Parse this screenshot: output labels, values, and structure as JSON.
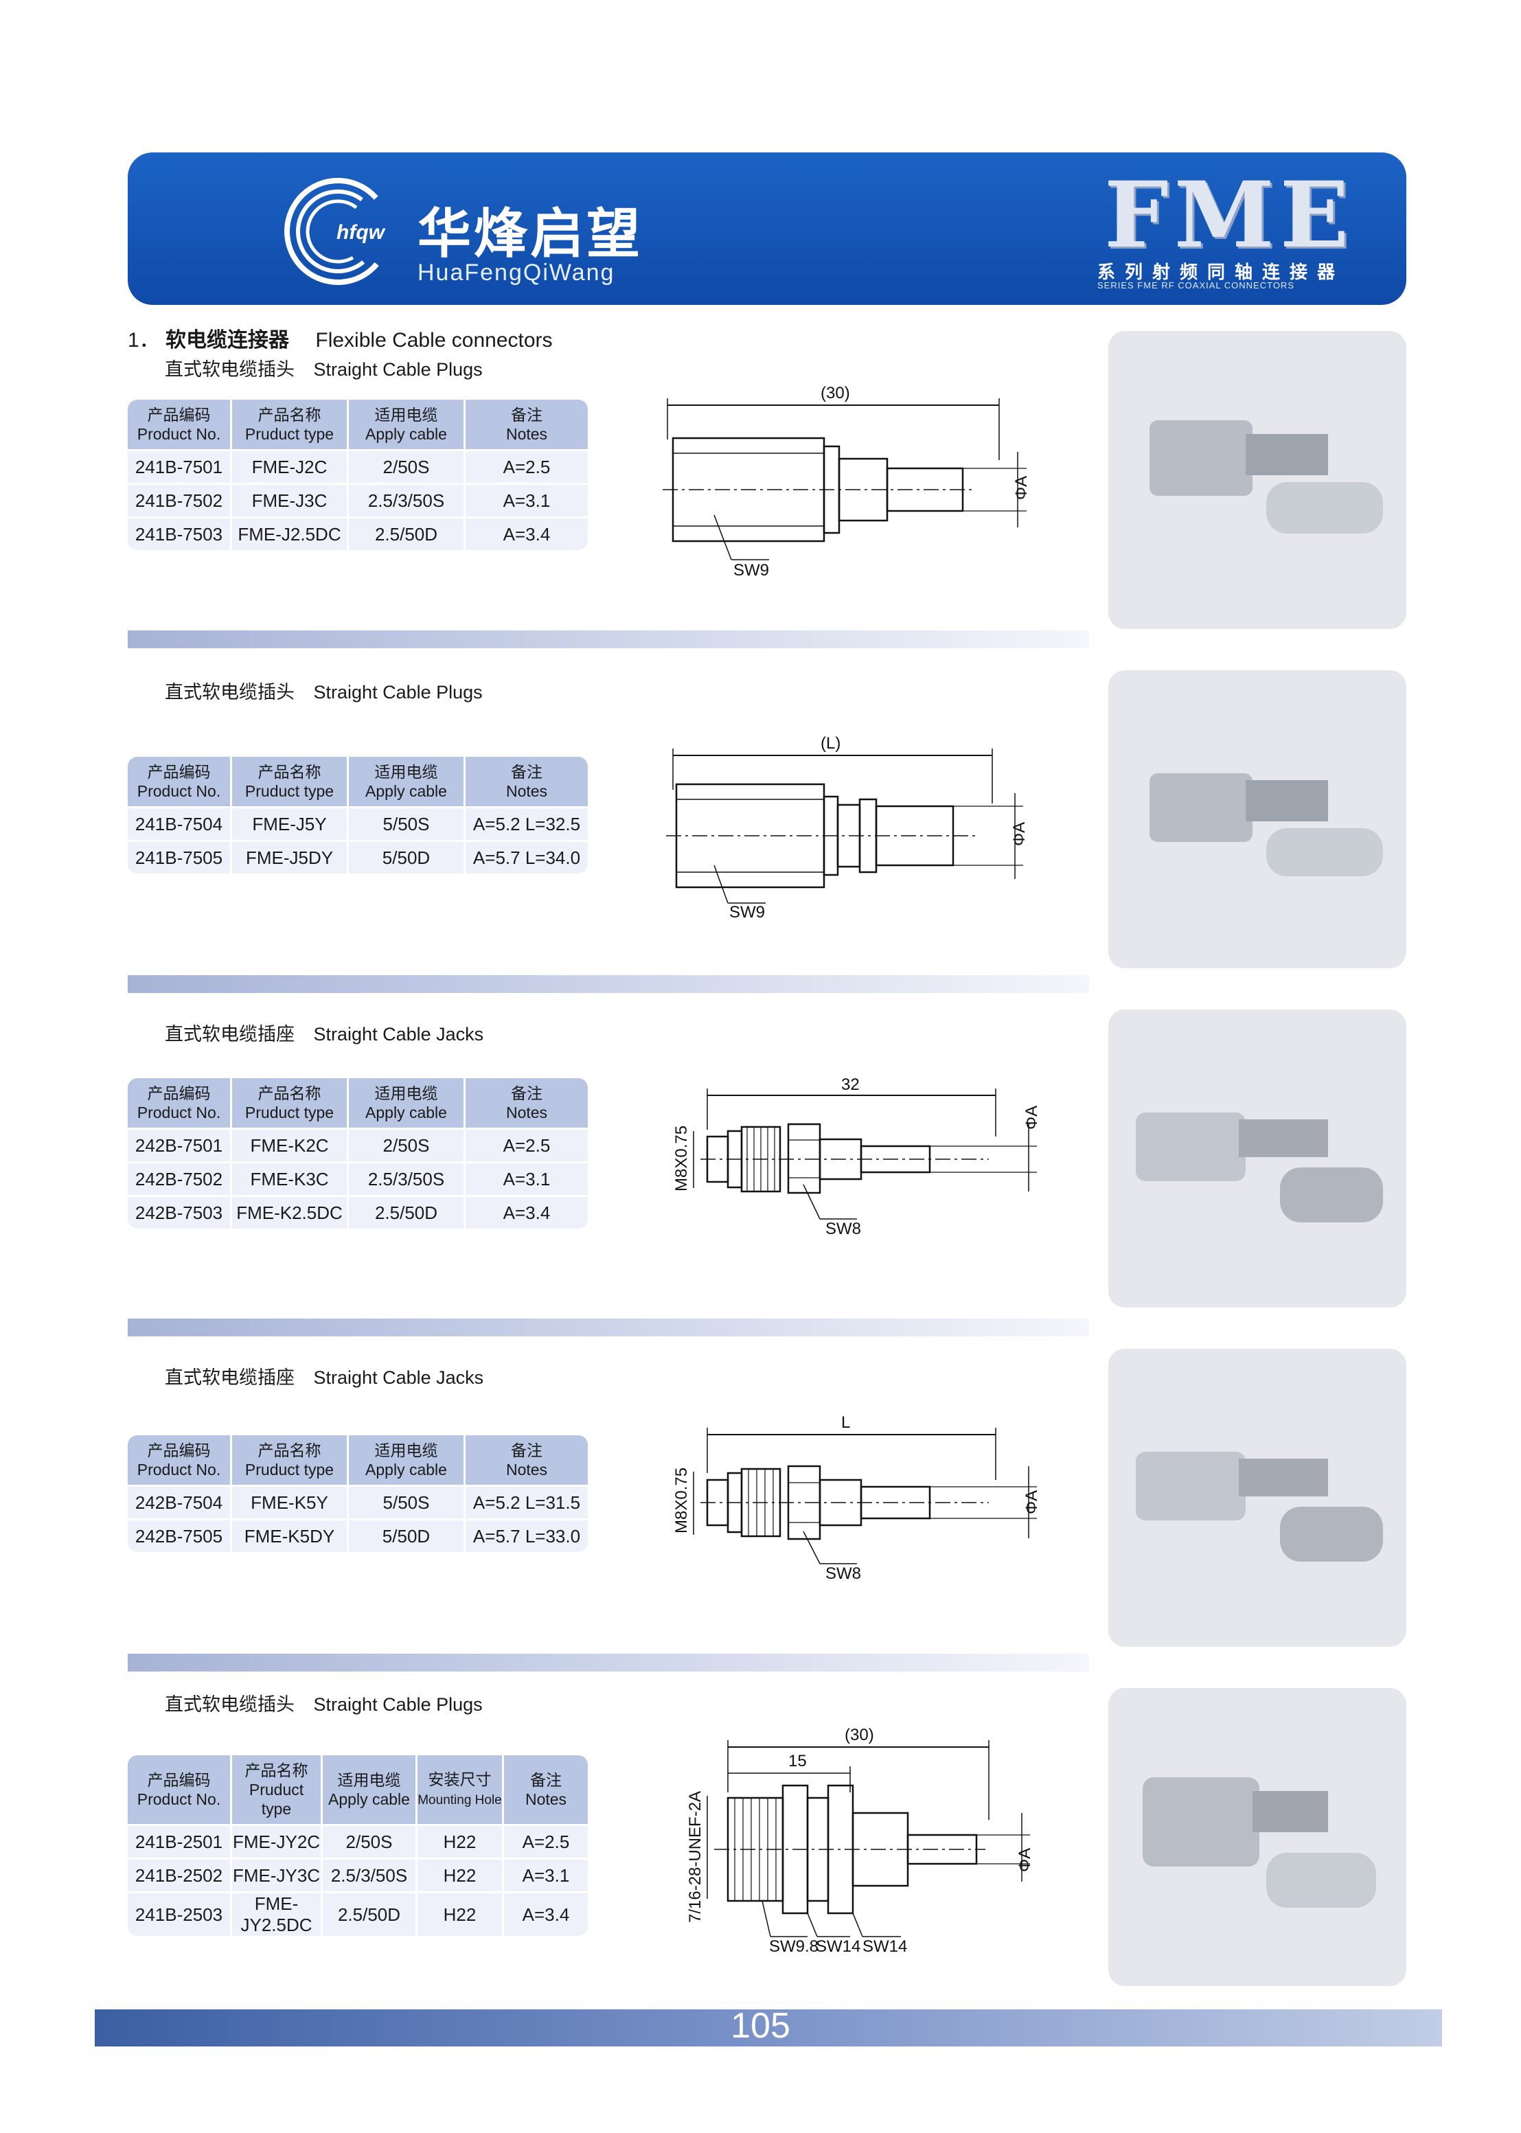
{
  "header": {
    "brand_cn": "华烽启望",
    "brand_en": "HuaFengQiWang",
    "logo_text": "hfqw",
    "series_title": "FME",
    "series_cn": "系列射频同轴连接器",
    "series_en": "SERIES FME RF COAXIAL CONNECTORS"
  },
  "section": {
    "number": "1．",
    "title_cn": "软电缆连接器",
    "title_en": "Flexible Cable connectors"
  },
  "columns4": {
    "code_cn": "产品编码",
    "code_en": "Product No.",
    "type_cn": "产品名称",
    "type_en": "Pruduct type",
    "cable_cn": "适用电缆",
    "cable_en": "Apply cable",
    "notes_cn": "备注",
    "notes_en": "Notes",
    "hole_cn": "安装尺寸",
    "hole_en": "Mounting Hole"
  },
  "groups": [
    {
      "subtitle_cn": "直式软电缆插头",
      "subtitle_en": "Straight Cable Plugs",
      "rows": [
        [
          "241B-7501",
          "FME-J2C",
          "2/50S",
          "A=2.5"
        ],
        [
          "241B-7502",
          "FME-J3C",
          "2.5/3/50S",
          "A=3.1"
        ],
        [
          "241B-7503",
          "FME-J2.5DC",
          "2.5/50D",
          "A=3.4"
        ]
      ],
      "drawing": {
        "length": "(30)",
        "sw": "SW9",
        "dia": "ΦA"
      }
    },
    {
      "subtitle_cn": "直式软电缆插头",
      "subtitle_en": "Straight Cable Plugs",
      "rows": [
        [
          "241B-7504",
          "FME-J5Y",
          "5/50S",
          "A=5.2 L=32.5"
        ],
        [
          "241B-7505",
          "FME-J5DY",
          "5/50D",
          "A=5.7 L=34.0"
        ]
      ],
      "drawing": {
        "length": "(L)",
        "sw": "SW9",
        "dia": "ΦA"
      }
    },
    {
      "subtitle_cn": "直式软电缆插座",
      "subtitle_en": "Straight Cable Jacks",
      "rows": [
        [
          "242B-7501",
          "FME-K2C",
          "2/50S",
          "A=2.5"
        ],
        [
          "242B-7502",
          "FME-K3C",
          "2.5/3/50S",
          "A=3.1"
        ],
        [
          "242B-7503",
          "FME-K2.5DC",
          "2.5/50D",
          "A=3.4"
        ]
      ],
      "drawing": {
        "length": "32",
        "sw": "SW8",
        "dia": "ΦA",
        "thread": "M8X0.75"
      }
    },
    {
      "subtitle_cn": "直式软电缆插座",
      "subtitle_en": "Straight Cable Jacks",
      "rows": [
        [
          "242B-7504",
          "FME-K5Y",
          "5/50S",
          "A=5.2 L=31.5"
        ],
        [
          "242B-7505",
          "FME-K5DY",
          "5/50D",
          "A=5.7 L=33.0"
        ]
      ],
      "drawing": {
        "length": "L",
        "sw": "SW8",
        "dia": "ΦA",
        "thread": "M8X0.75"
      }
    },
    {
      "subtitle_cn": "直式软电缆插头",
      "subtitle_en": "Straight Cable Plugs",
      "rows": [
        [
          "241B-2501",
          "FME-JY2C",
          "2/50S",
          "H22",
          "A=2.5"
        ],
        [
          "241B-2502",
          "FME-JY3C",
          "2.5/3/50S",
          "H22",
          "A=3.1"
        ],
        [
          "241B-2503",
          "FME-JY2.5DC",
          "2.5/50D",
          "H22",
          "A=3.4"
        ]
      ],
      "drawing": {
        "length": "(30)",
        "inner": "15",
        "sw1": "SW9.8",
        "sw2": "SW14",
        "sw3": "SW14",
        "dia": "ΦA",
        "thread": "7/16-28-UNEF-2A"
      }
    }
  ],
  "footer": {
    "page_number": "105"
  },
  "colors": {
    "banner": "#1558c0",
    "table_header": "#b8c6e4",
    "table_row": "#eef1f9",
    "footer": "#5a77b6"
  }
}
